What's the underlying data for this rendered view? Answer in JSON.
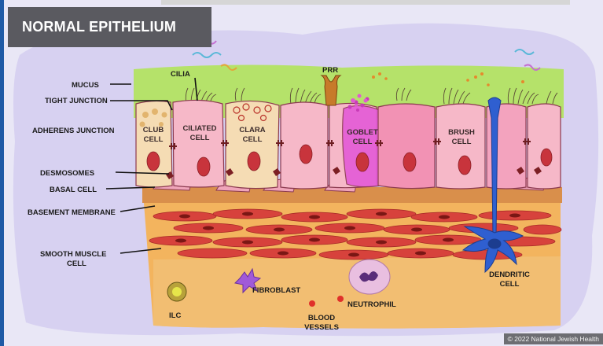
{
  "title": "NORMAL EPITHELIUM",
  "labels": {
    "mucus": "MUCUS",
    "tight_junction": "TIGHT JUNCTION",
    "adherens_junction": "ADHERENS JUNCTION",
    "desmosomes": "DESMOSOMES",
    "basal_cell": "BASAL CELL",
    "basement_membrane": "BASEMENT MEMBRANE",
    "smooth_muscle_1": "SMOOTH MUSCLE",
    "smooth_muscle_2": "CELL",
    "cilia": "CILIA",
    "prr": "PRR",
    "fibroblast": "FIBROBLAST",
    "neutrophil": "NEUTROPHIL",
    "ilc": "ILC",
    "blood_vessels_1": "BLOOD",
    "blood_vessels_2": "VESSELS",
    "dendritic_1": "DENDRITIC",
    "dendritic_2": "CELL"
  },
  "cells": {
    "club_1": "CLUB",
    "club_2": "CELL",
    "ciliated_1": "CILIATED",
    "ciliated_2": "CELL",
    "clara_1": "CLARA",
    "clara_2": "CELL",
    "goblet_1": "GOBLET",
    "goblet_2": "CELL",
    "brush_1": "BRUSH",
    "brush_2": "CELL"
  },
  "copyright": "© 2022 National Jewish Health",
  "colors": {
    "mucus": "#b5e26a",
    "epithelial_cell": "#f6b8c8",
    "club_cell": "#f5dcb4",
    "goblet_cell": "#e45ad7",
    "submucosa": "#f3b45e",
    "smooth_muscle": "#d7423c",
    "dendritic_cell": "#2f5fd0"
  }
}
